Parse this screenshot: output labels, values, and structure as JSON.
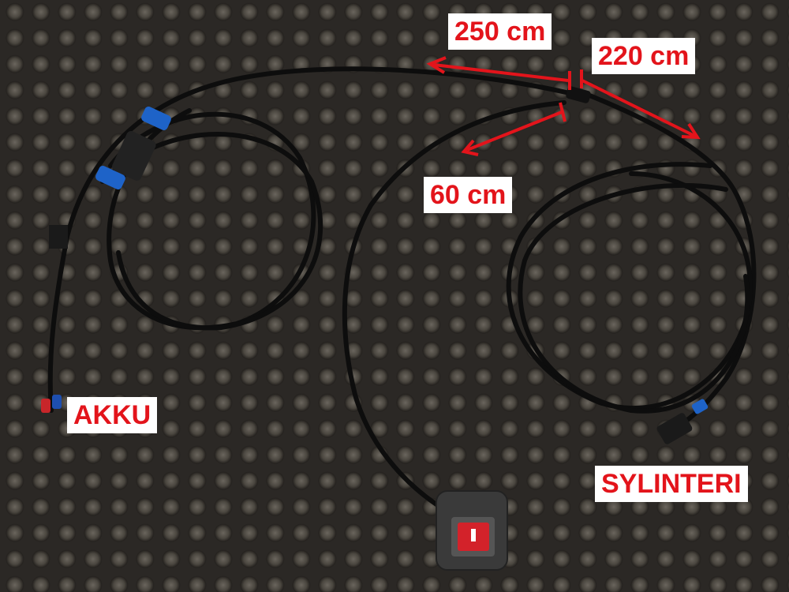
{
  "labels": {
    "length_main": "250 cm",
    "length_cylinder": "220 cm",
    "length_switch": "60 cm",
    "battery": "AKKU",
    "cylinder": "SYLINTERI"
  },
  "colors": {
    "annotation": "#e3141b",
    "connector": "#1e63c8",
    "switch_lamp": "#d3222a"
  }
}
